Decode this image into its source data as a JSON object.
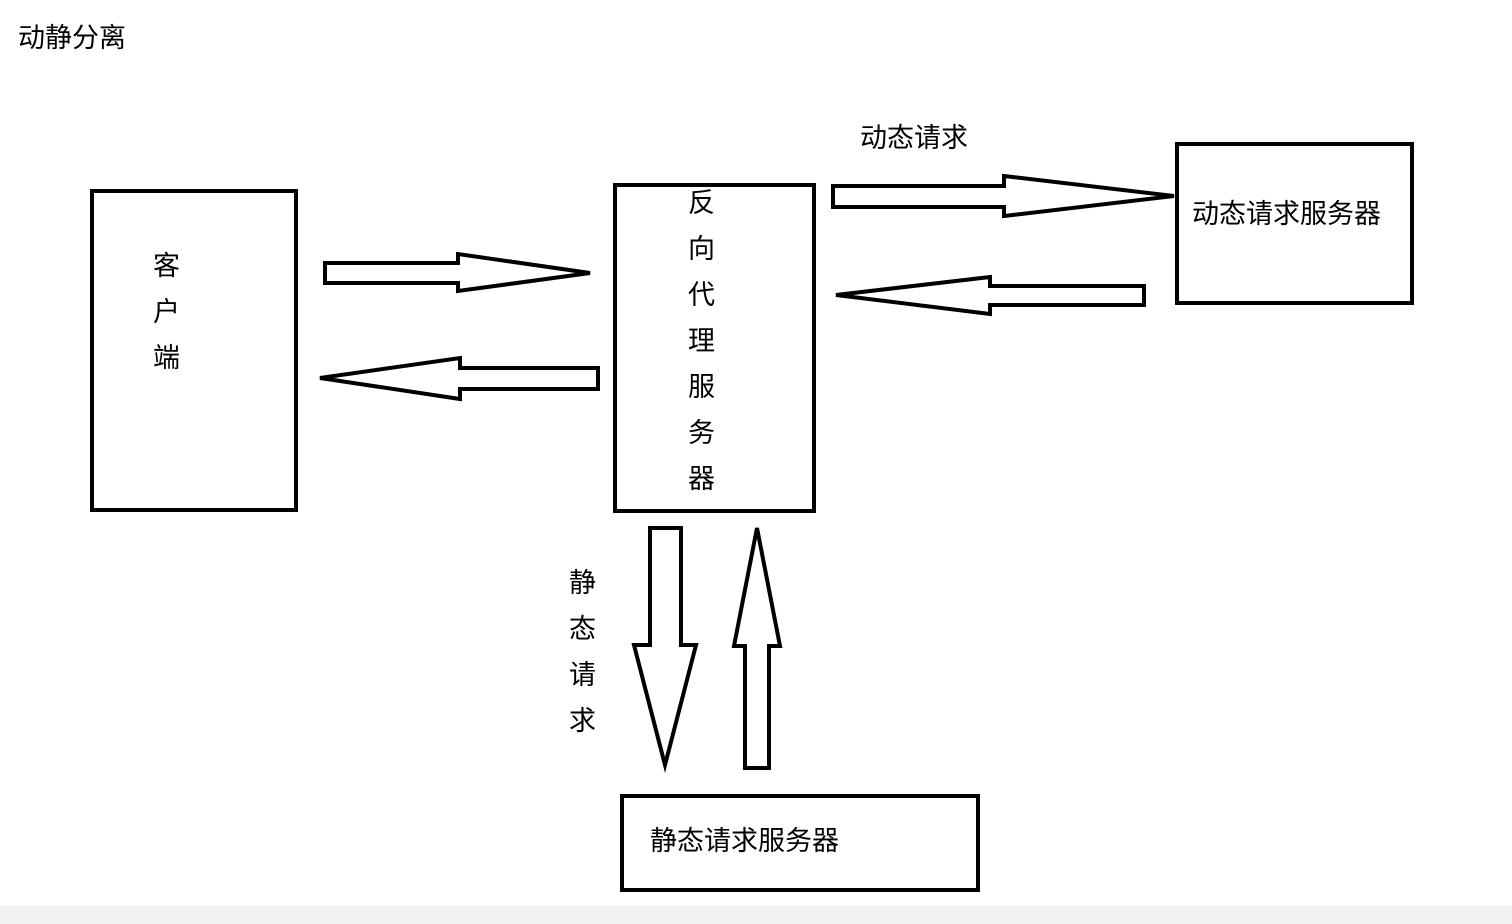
{
  "title": "动静分离",
  "nodes": {
    "client": {
      "label": "客户端"
    },
    "reverse_proxy": {
      "label": "反向代理服务器"
    },
    "dynamic_server": {
      "label": "动态请求服务器"
    },
    "static_server": {
      "label": "静态请求服务器"
    }
  },
  "edges": {
    "dynamic_request": {
      "label": "动态请求"
    },
    "static_request": {
      "label": "静态请求"
    }
  }
}
